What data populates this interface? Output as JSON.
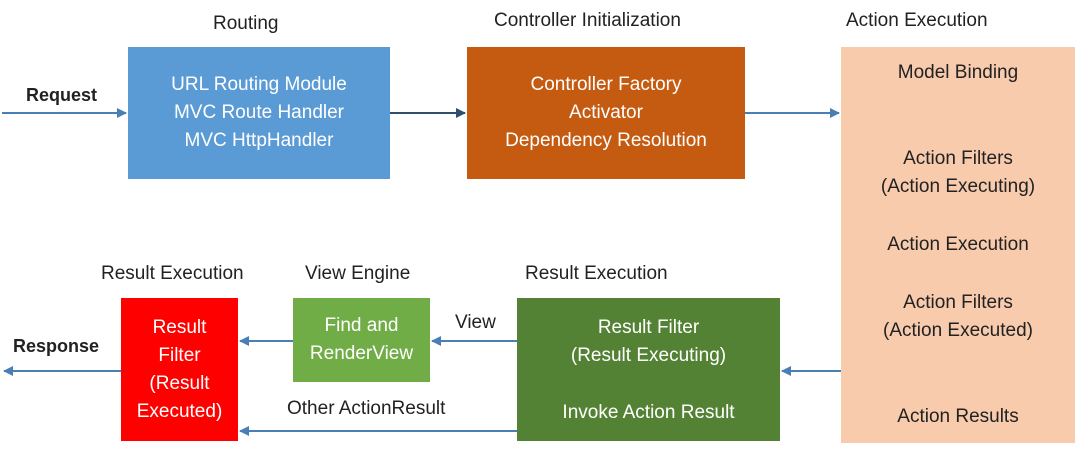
{
  "colors": {
    "routing": "#5b9bd5",
    "controller": "#c55a11",
    "action": "#f8cbad",
    "result_exec": "#548235",
    "view_engine": "#70ad47",
    "result_filter": "#ff0000",
    "arrow": "#4a7fb5",
    "arrow_dark": "#2f4f6f"
  },
  "headings": {
    "routing": "Routing",
    "controller": "Controller Initialization",
    "action": "Action Execution",
    "result_execution_left": "Result Execution",
    "view_engine": "View Engine",
    "result_execution_right": "Result Execution"
  },
  "io": {
    "request": "Request",
    "response": "Response"
  },
  "routing_box": {
    "lines": [
      "URL Routing Module",
      "MVC Route Handler",
      "MVC HttpHandler"
    ]
  },
  "controller_box": {
    "lines": [
      "Controller Factory",
      "Activator",
      "Dependency Resolution"
    ]
  },
  "action_box": {
    "model_binding": "Model Binding",
    "action_filters_executing_1": "Action Filters",
    "action_filters_executing_2": "(Action Executing)",
    "action_execution": "Action Execution",
    "action_filters_executed_1": "Action Filters",
    "action_filters_executed_2": "(Action Executed)",
    "action_results": "Action Results"
  },
  "result_exec_box": {
    "result_filter_1": "Result Filter",
    "result_filter_2": "(Result Executing)",
    "invoke": "Invoke Action Result"
  },
  "view_engine_box": {
    "lines": [
      "Find and",
      "RenderView"
    ]
  },
  "result_filter_box": {
    "lines": [
      "Result",
      "Filter",
      "(Result",
      "Executed)"
    ]
  },
  "edges": {
    "view": "View",
    "other_action_result": "Other ActionResult"
  }
}
